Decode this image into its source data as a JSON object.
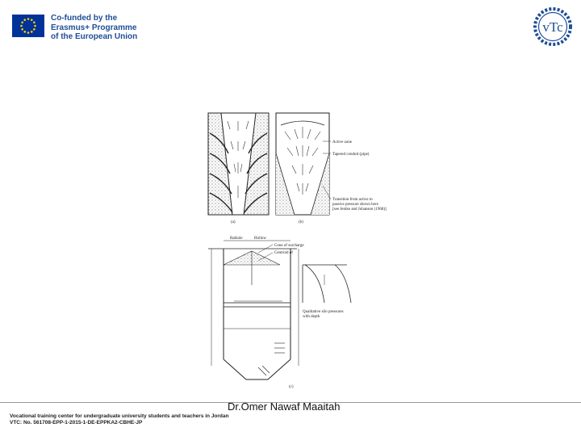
{
  "header": {
    "eu_lines": [
      "Co-funded by the",
      "Erasmus+ Programme",
      "of the European Union"
    ],
    "eu_flag_color": "#003399",
    "eu_star_color": "#ffcc00",
    "vtc_logo_text": "vTc",
    "vtc_color": "#1f4e96"
  },
  "figure": {
    "label_a": "(a)",
    "label_b": "(b)",
    "label_c": "(c)",
    "annot_active": "Active zone",
    "annot_conduit": "Tapered conduit (pipe)",
    "annot_transition": [
      "Transition from active to",
      "passive pressure shown here",
      "[see Jenike and Johanson (1968)]"
    ],
    "header_left": "Rathole",
    "header_right": "Hollow",
    "annot_cone": "Cone of surcharge",
    "annot_centroid": "Centroid of",
    "annot_qual": [
      "Qualitative silo pressures",
      "with depth"
    ]
  },
  "footer": {
    "author": "Dr.Omer Nawaf Maaitah",
    "line1": "Vocational training center for undergraduate university students and teachers in Jordan",
    "line2": "VTC: No. 561708-EPP-1-2015-1-DE-EPPKA2-CBHE-JP"
  }
}
